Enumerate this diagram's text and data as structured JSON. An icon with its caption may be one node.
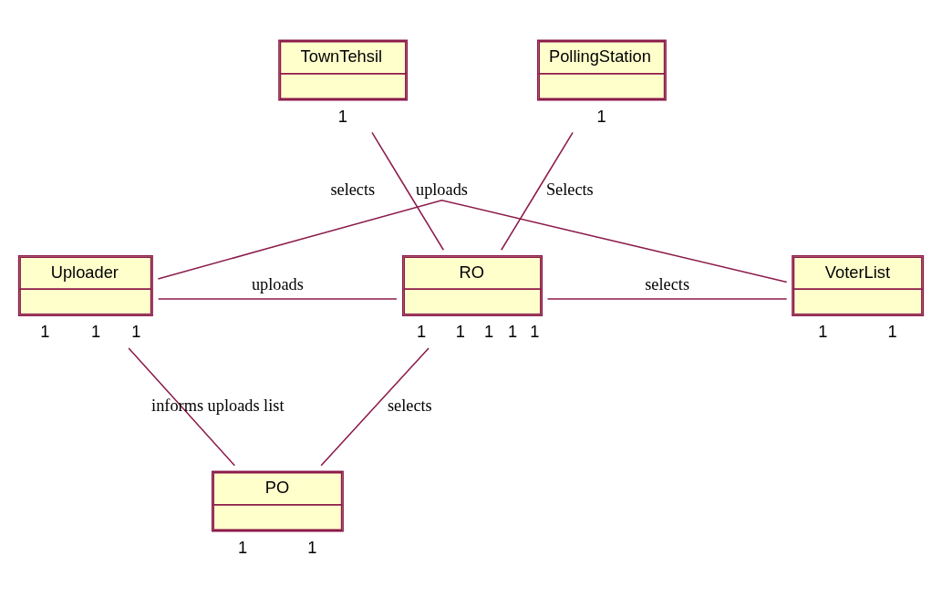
{
  "diagram": {
    "nodes": [
      {
        "text": [
          "TownTehsil"
        ],
        "beside": [
          "1"
        ]
      },
      {
        "text": [
          "PollingStation"
        ],
        "beside": [
          "1"
        ]
      },
      {
        "text": [
          "Uploader"
        ],
        "beside": [
          "1",
          "1",
          "1"
        ]
      },
      {
        "text": [
          "RO"
        ],
        "beside": [
          "1",
          "1",
          "1",
          "1",
          "1"
        ]
      },
      {
        "text": [
          "VoterList"
        ],
        "beside": [
          "1",
          "1"
        ]
      },
      {
        "text": [
          "PO"
        ],
        "beside": [
          "1",
          "1"
        ]
      }
    ],
    "edges": [
      {
        "from": 0,
        "to": 3,
        "arrow": "none",
        "label": "selects"
      },
      {
        "from": 1,
        "to": 3,
        "arrow": "none",
        "label": "Selects"
      },
      {
        "from": 2,
        "to": 3,
        "arrow": "none",
        "label": "uploads"
      },
      {
        "from": 3,
        "to": 4,
        "arrow": "none",
        "label": "selects"
      },
      {
        "from": 3,
        "to": 5,
        "arrow": "none",
        "label": "selects"
      },
      {
        "from": 2,
        "to": 5,
        "arrow": "none",
        "label": "informs uploads list"
      },
      {
        "from": 2,
        "to": 4,
        "arrow": "none",
        "label": "uploads"
      }
    ]
  }
}
